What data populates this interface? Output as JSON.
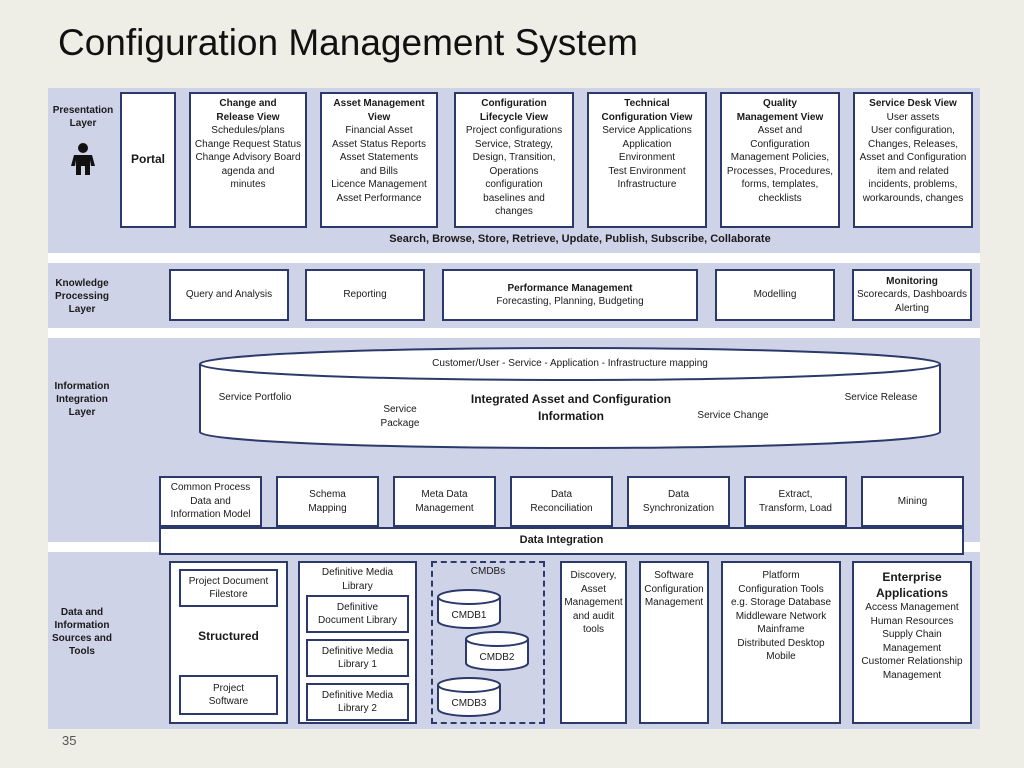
{
  "slide": {
    "title": "Configuration Management System",
    "number": "35"
  },
  "layers": {
    "presentation": "Presentation Layer",
    "knowledge": "Knowledge Processing Layer",
    "information": "Information Integration Layer",
    "data": "Data and Information Sources and Tools"
  },
  "presentation": {
    "portal": "Portal",
    "views": [
      {
        "title": "Change and Release View",
        "lines": [
          "Schedules/plans",
          "Change Request Status",
          "Change Advisory Board",
          "agenda and",
          "minutes"
        ]
      },
      {
        "title": "Asset Management View",
        "lines": [
          "Financial Asset",
          "Asset Status Reports",
          "Asset Statements",
          "and Bills",
          "Licence Management",
          "Asset Performance"
        ]
      },
      {
        "title": "Configuration Lifecycle View",
        "lines": [
          "Project configurations",
          "Service, Strategy,",
          "Design, Transition,",
          "Operations",
          "configuration",
          "baselines and",
          "changes"
        ]
      },
      {
        "title": "Technical Configuration View",
        "lines": [
          "Service Applications",
          "Application",
          "Environment",
          "Test Environment",
          "Infrastructure"
        ]
      },
      {
        "title": "Quality Management View",
        "lines": [
          "Asset and",
          "Configuration",
          "Management Policies,",
          "Processes, Procedures,",
          "forms, templates,",
          "checklists"
        ]
      },
      {
        "title": "Service Desk View",
        "lines": [
          "User assets",
          "User configuration,",
          "Changes, Releases,",
          "Asset and Configuration",
          "item and related",
          "incidents, problems,",
          "workarounds, changes"
        ]
      }
    ],
    "bar": "Search, Browse, Store, Retrieve, Update, Publish, Subscribe, Collaborate"
  },
  "knowledge": {
    "query": "Query and Analysis",
    "reporting": "Reporting",
    "performance_title": "Performance Management",
    "performance_sub": "Forecasting, Planning, Budgeting",
    "modelling": "Modelling",
    "monitoring_title": "Monitoring",
    "monitoring_lines": [
      "Scorecards, Dashboards",
      "Alerting"
    ]
  },
  "information": {
    "mapping": "Customer/User - Service - Application - Infrastructure mapping",
    "portfolio": "Service Portfolio",
    "package": "Service Package",
    "integrated": "Integrated Asset and Configuration Information",
    "change": "Service Change",
    "release": "Service Release",
    "tools": [
      "Common Process Data and Information Model",
      "Schema Mapping",
      "Meta Data Management",
      "Data Reconciliation",
      "Data Synchronization",
      "Extract, Transform, Load",
      "Mining"
    ],
    "data_integration": "Data Integration"
  },
  "data_sources": {
    "project_filestore": "Project Document Filestore",
    "structured": "Structured",
    "project_software": "Project Software",
    "dml_title": "Definitive Media Library",
    "dml_items": [
      "Definitive Document Library",
      "Definitive Media Library 1",
      "Definitive Media Library 2"
    ],
    "cmdbs_title": "CMDBs",
    "cmdbs": [
      "CMDB1",
      "CMDB2",
      "CMDB3"
    ],
    "discovery": "Discovery, Asset Management and audit tools",
    "software_cm": "Software Configuration Management",
    "platform_title": "Platform",
    "platform_lines": [
      "Configuration Tools",
      "e.g. Storage Database",
      "Middleware Network",
      "Mainframe",
      "Distributed Desktop",
      "Mobile"
    ],
    "enterprise_title": "Enterprise Applications",
    "enterprise_lines": [
      "Access Management",
      "Human Resources",
      "Supply Chain",
      "Management",
      "Customer Relationship",
      "Management"
    ]
  },
  "colors": {
    "band": "#cfd3e8",
    "border": "#2b3a6b",
    "background": "#eeede6"
  }
}
